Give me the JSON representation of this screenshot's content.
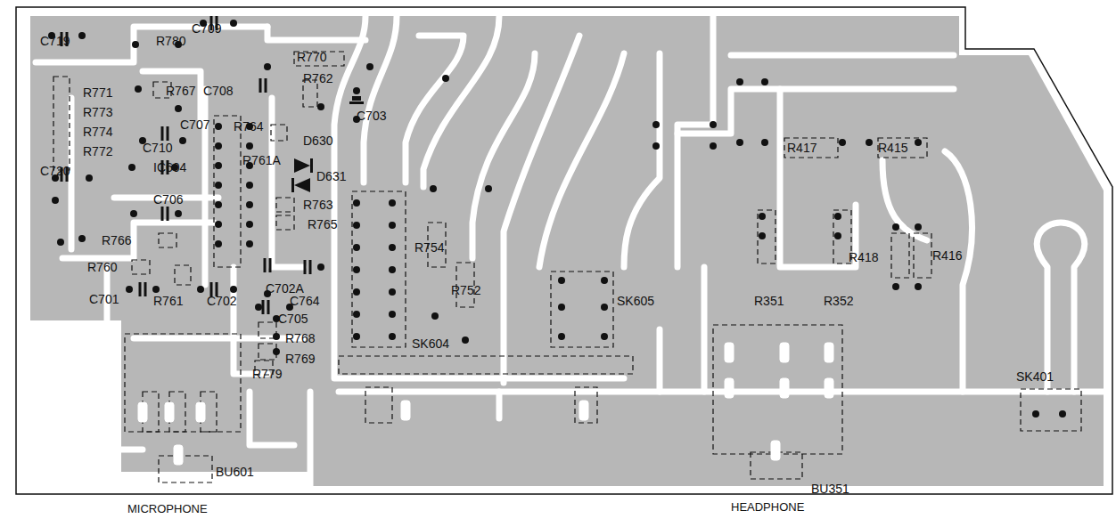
{
  "diagram": {
    "labels": [
      "C719",
      "R780",
      "C709",
      "R770",
      "R762",
      "C708",
      "C703",
      "R771",
      "R767",
      "R773",
      "R764",
      "C707",
      "R774",
      "D630",
      "R772",
      "C710",
      "R761A",
      "IC604",
      "C720",
      "D631",
      "C706",
      "R763",
      "R765",
      "R754",
      "R766",
      "R760",
      "R752",
      "C764",
      "C702A",
      "C701",
      "R761",
      "C702",
      "C705",
      "SK604",
      "SK605",
      "R768",
      "R769",
      "R779",
      "BU601",
      "MICROPHONE",
      "R417",
      "R415",
      "R418",
      "R416",
      "R351",
      "R352",
      "SK401",
      "BU351",
      "HEADPHONE"
    ]
  }
}
